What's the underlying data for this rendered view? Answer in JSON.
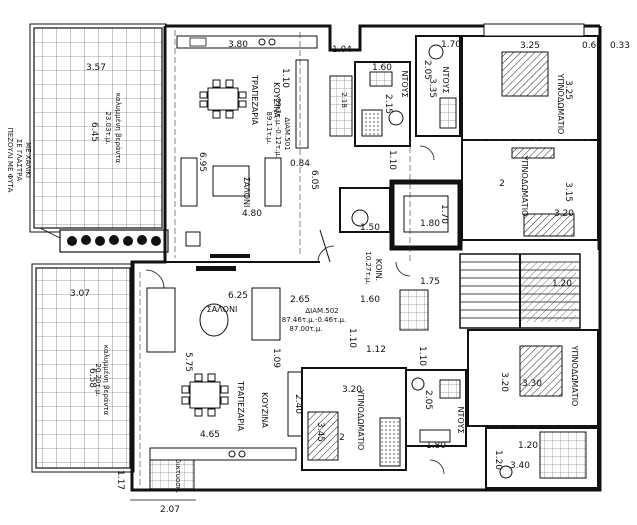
{
  "plan": {
    "veranda_top": {
      "name": "καλυμμένη βεράντα",
      "area": "23.03τ.μ.",
      "width": "3.57",
      "depth": "6.45"
    },
    "veranda_bottom": {
      "name": "καλυμμένη βεράντα",
      "area": "20.20τ.μ.",
      "width": "3.07",
      "depth": "6.58"
    },
    "planter_note": {
      "line1": "ΠΕΖΟΥΛΙ ΜΕ ΦΥΤΑ",
      "line2": "ΣΕ ΓΛΑΣΤΡΑ",
      "line3": "ΜΕ ΧΑΛΙΚΙ"
    },
    "apt_top": {
      "kitchen": "ΚΟΥΖΙΝΑ",
      "dining": "ΤΡΑΠΕΖΑΡΙΑ",
      "living": "ΣΑΛΟΝΙ",
      "apt_name": "ΔΙΑΜ.501",
      "area_line1": "89.3τ.μ.-0.12τ.μ.",
      "area_line2": "89.11τ.μ.",
      "dims": {
        "kitchen_w": "3.80",
        "d_110": "1.10",
        "d_104": "1.04",
        "living_d": "6.05",
        "d_084": "0.84",
        "width": "4.80",
        "left_d": "6.95"
      }
    },
    "apt_bottom": {
      "kitchen": "ΚΟΥΖΙΝΑ",
      "dining": "ΤΡΑΠΕΖΑΡΙΑ",
      "living": "ΣΑΛΟΝΙ",
      "apt_name": "ΔΙΑΜ.502",
      "area_line1": "87.46τ.μ.-0.46τ.μ.",
      "area_line2": "87.00τ.μ.",
      "dims": {
        "living_w": "6.25",
        "d_265": "2.65",
        "d_109": "1.09",
        "d_575": "5.75",
        "d_465": "4.65",
        "d_240": "2.40",
        "d_110": "1.10",
        "d_112": "1.12"
      }
    },
    "bedrooms": {
      "top_right_name": "ΥΠΝΟΔΩΜΑΤΙΟ",
      "top_right_w": "3.25",
      "top_right_d": "3.25",
      "bed2_name": "ΥΠΝΟΔΩΜΑΤΙΟ",
      "bed2_num": "2",
      "bed2_w": "3.20",
      "bed2_d": "3.15",
      "bottom_right_name": "ΥΠΝΟΔΩΜΑΤΙΟ",
      "bottom_right_w": "3.30",
      "bottom_right_d": "3.20",
      "bottom_mid_name": "ΥΠΝΟΔΩΜΑΤΙΟ",
      "bottom_mid_num": "2",
      "bottom_mid_w": "3.20",
      "bottom_mid_d": "3.45"
    },
    "baths": {
      "top_wc": "ΝΤΟΥΣ",
      "top_wc_w": "1.60",
      "top_wc_d": "2.15",
      "top_bath": "ΝΤΟΥΣ",
      "top_bath_w": "1.70",
      "top_bath_d": "2.05",
      "top_bath_d2": "3.35",
      "bot_bath": "ΝΤΟΥΣ",
      "bot_bath_w": "1.80",
      "bot_bath_d": "2.05",
      "bot_wc_w": "1.20",
      "bot_wc_w2": "3.40",
      "right_edge_a": "0.60",
      "right_edge_b": "0.33"
    },
    "common": {
      "name": "ΚΟΙΝ.",
      "area": "10.27τ.μ.",
      "lift_w": "1.50",
      "stair_w": "1.80",
      "stair_d": "1.70",
      "d_175": "1.75",
      "d_160": "1.60",
      "d_110": "1.10",
      "storage_w": "1.20"
    },
    "bottom_stair": {
      "label": "δικτυοσκ.",
      "width": "2.07",
      "edge": "1.17"
    },
    "misc": {
      "d_218": "2.18",
      "d_110b": "1.10",
      "d_120": "1.20"
    }
  }
}
